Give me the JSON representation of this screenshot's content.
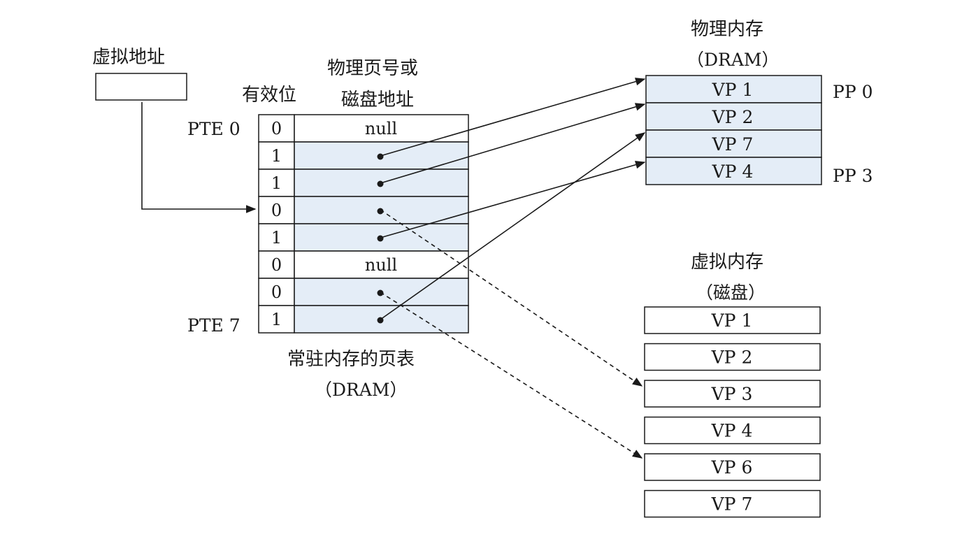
{
  "labels": {
    "virtual_address": "虚拟地址",
    "valid_bit": "有效位",
    "ppn_line1": "物理页号或",
    "ppn_line2": "磁盘地址",
    "pte_first": "PTE 0",
    "pte_last": "PTE 7",
    "page_table_title": "常驻内存的页表",
    "page_table_sub": "（DRAM）",
    "phys_mem_title": "物理内存",
    "phys_mem_sub": "（DRAM）",
    "virt_mem_title": "虚拟内存",
    "virt_mem_sub": "（磁盘）",
    "pp_first": "PP 0",
    "pp_last": "PP 3"
  },
  "page_table": [
    {
      "valid": "0",
      "addr": "null"
    },
    {
      "valid": "1",
      "addr": ""
    },
    {
      "valid": "1",
      "addr": ""
    },
    {
      "valid": "0",
      "addr": ""
    },
    {
      "valid": "1",
      "addr": ""
    },
    {
      "valid": "0",
      "addr": "null"
    },
    {
      "valid": "0",
      "addr": ""
    },
    {
      "valid": "1",
      "addr": ""
    }
  ],
  "physical_memory": [
    "VP 1",
    "VP 2",
    "VP 7",
    "VP 4"
  ],
  "virtual_memory": [
    "VP 1",
    "VP 2",
    "VP 3",
    "VP 4",
    "VP 6",
    "VP 7"
  ],
  "colors": {
    "cell_fill": "#e4edf7",
    "line": "#1a1a1a"
  }
}
